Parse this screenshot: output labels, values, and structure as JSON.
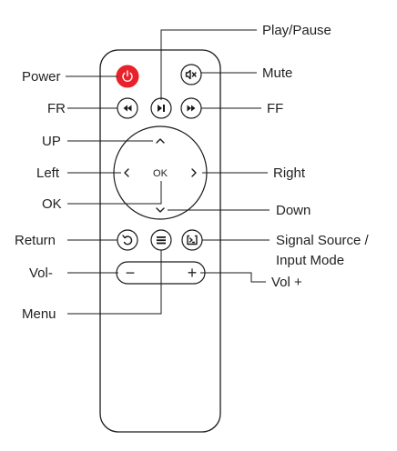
{
  "labels": {
    "play_pause": "Play/Pause",
    "power": "Power",
    "mute": "Mute",
    "fr": "FR",
    "ff": "FF",
    "up": "UP",
    "left": "Left",
    "right": "Right",
    "ok": "OK",
    "down": "Down",
    "return": "Return",
    "signal_source_line1": "Signal Source /",
    "signal_source_line2": "Input Mode",
    "vol_minus": "Vol-",
    "vol_plus": "Vol +",
    "menu": "Menu"
  },
  "remote": {
    "ok_key": "OK",
    "vol_minus_key": "−",
    "vol_plus_key": "+"
  },
  "colors": {
    "power_button": "#e8212a",
    "outline": "#1a1a1a"
  }
}
